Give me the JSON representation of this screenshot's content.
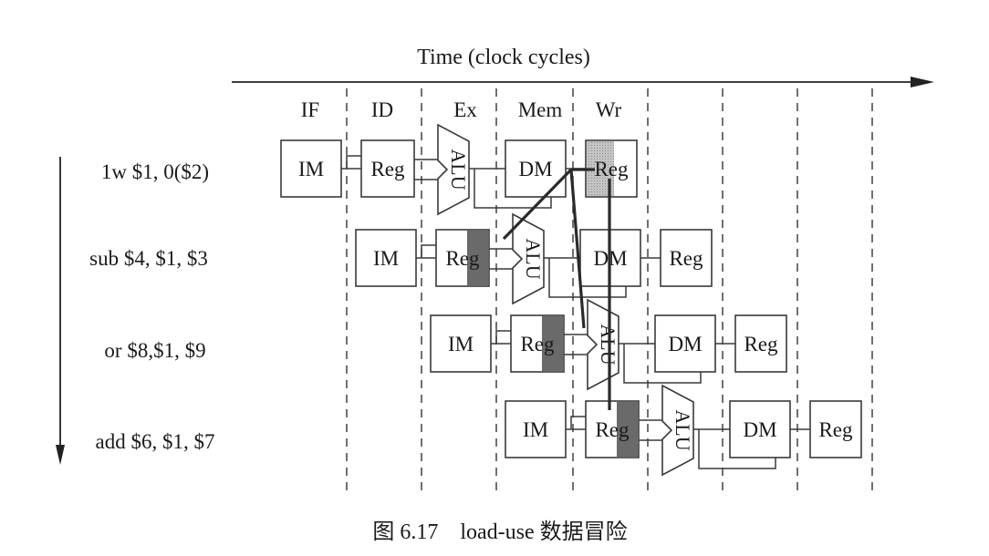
{
  "diagram": {
    "time_label": "Time (clock cycles)",
    "stages": [
      "IF",
      "ID",
      "Ex",
      "Mem",
      "Wr"
    ],
    "instructions": [
      {
        "text": "1w $1, 0($2)",
        "highlight": "write"
      },
      {
        "text": "sub $4, $1, $3",
        "highlight": "read"
      },
      {
        "text": "or $8,$1, $9",
        "highlight": "read"
      },
      {
        "text": "add $6, $1, $7",
        "highlight": "read"
      }
    ],
    "units": {
      "im": "IM",
      "reg": "Reg",
      "alu": "ALU",
      "dm": "DM"
    },
    "caption": "图 6.17　load-use 数据冒险"
  },
  "colors": {
    "line": "#3a3a3a",
    "write_shade": "#b4b4b4",
    "read_shade": "#6a6a6a"
  }
}
